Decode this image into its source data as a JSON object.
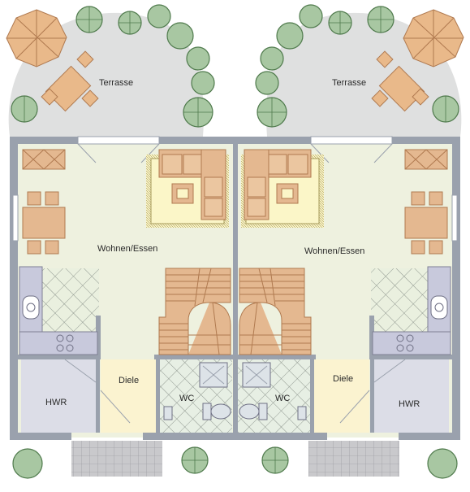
{
  "rooms": {
    "left": {
      "terrace": "Terrasse",
      "living": "Wohnen/Essen",
      "hall": "Diele",
      "wc": "WC",
      "utility": "HWR"
    },
    "right": {
      "terrace": "Terrasse",
      "living": "Wohnen/Essen",
      "hall": "Diele",
      "wc": "WC",
      "utility": "HWR"
    }
  },
  "colors": {
    "wall": "#9aa1ad",
    "floor_living": "#eef1df",
    "floor_hwr": "#dcdde7",
    "floor_hall": "#fbf3d0",
    "wood": "#e4b890",
    "wood_dark": "#b07a50",
    "rug": "#fbf6c8",
    "tile_kitchen": "#eaf0df",
    "tile_wc": "#e7efe4",
    "tile_line": "#8c948c",
    "counter": "#c8c9dc",
    "terrace": "#dfe0e0",
    "tree": "#6f9a6c",
    "tree_light": "#a8c7a2",
    "umbrella": "#e9b98a",
    "paving": "#c9c9cc"
  },
  "icons": [
    "tree-icon",
    "parasol-icon",
    "stairs-icon",
    "sofa-icon",
    "dining-table-icon",
    "sink-icon",
    "stove-icon",
    "shower-icon",
    "toilet-icon"
  ]
}
